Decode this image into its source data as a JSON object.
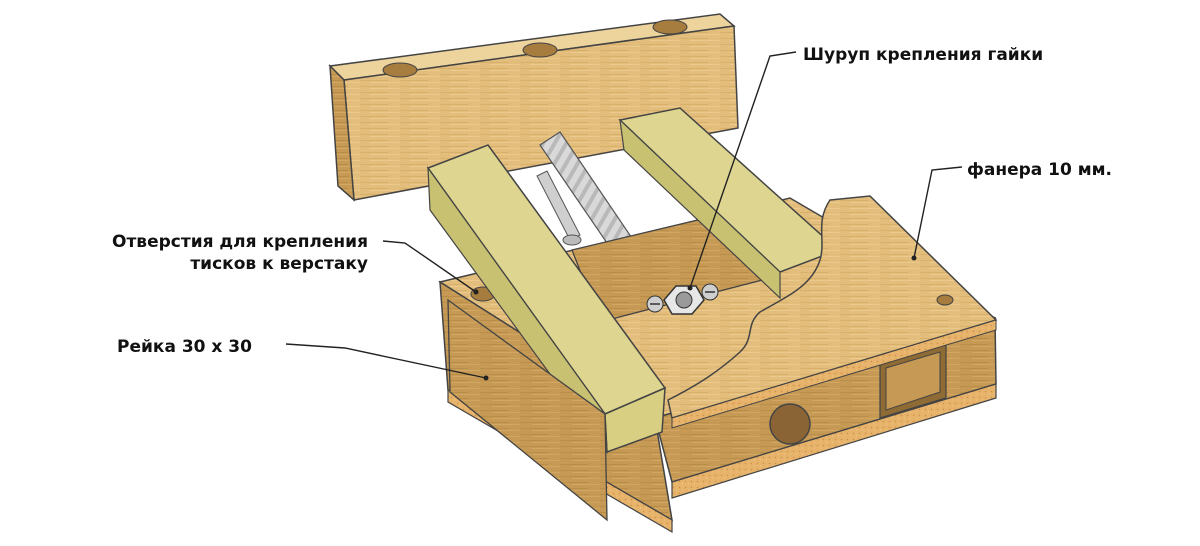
{
  "labels": {
    "nut_screw": "Шуруп крепления гайки",
    "plywood": "фанера 10 мм.",
    "holes_line1": "Отверстия для крепления",
    "holes_line2": "тисков к верстаку",
    "rail": "Рейка 30 х 30"
  },
  "colors": {
    "wood_light": "#e8c27e",
    "wood_mid": "#d3a860",
    "wood_dark": "#b58a48",
    "rail_yellow": "#dcd48a",
    "rail_yellow_side": "#c7c071",
    "edge_cork": "#e4b06a",
    "rod_gray": "#d6d6d6",
    "hole": "#9a7640"
  }
}
